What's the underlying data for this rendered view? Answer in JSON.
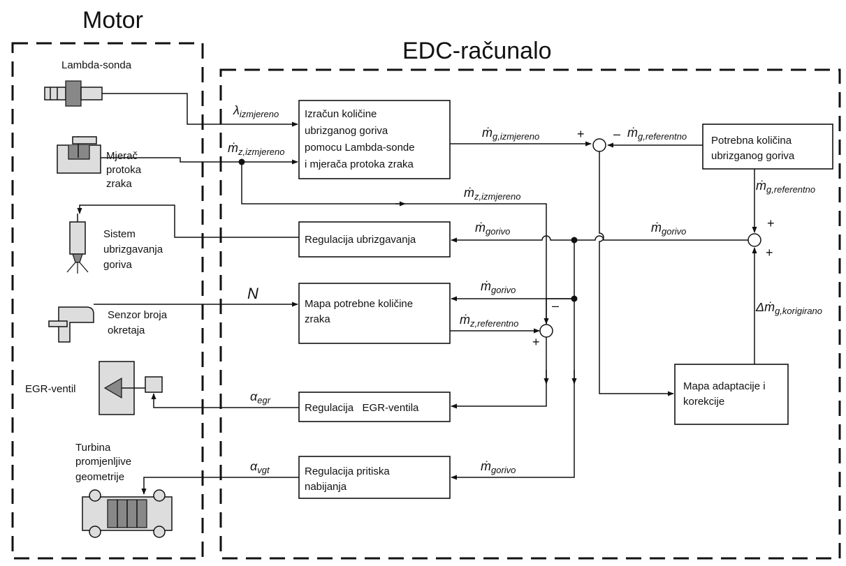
{
  "titles": {
    "motor": "Motor",
    "edc": "EDC-računalo"
  },
  "sensors": {
    "lambda": "Lambda-sonda",
    "maf": [
      "Mjerač",
      "protoka",
      "zraka"
    ],
    "injection": [
      "Sistem",
      "ubrizgavanja",
      "goriva"
    ],
    "speed": [
      "Senzor broja",
      "okretaja"
    ],
    "egr": "EGR-ventil",
    "turbo": [
      "Turbina",
      "promjenljive",
      "geometrije"
    ]
  },
  "blocks": {
    "calc": [
      "Izračun količine",
      "ubrizganog goriva",
      "pomocu Lambda-sonde",
      "i mjerača protoka zraka"
    ],
    "required": [
      "Potrebna količina",
      "ubrizganog goriva"
    ],
    "inj_reg": "Regulacija ubrizgavanja",
    "air_map": [
      "Mapa potrebne količine",
      "zraka"
    ],
    "egr_reg": "Regulacija   EGR-ventila",
    "adapt": [
      "Mapa adaptacije i",
      "korekcije"
    ],
    "boost": [
      "Regulacija pritiska",
      "nabijanja"
    ]
  },
  "signals": {
    "lambda": {
      "sym": "λ",
      "sub": "izmjereno"
    },
    "mz_meas": {
      "sym": "ṁ",
      "sub": "z,izmjereno"
    },
    "mg_meas": {
      "sym": "ṁ",
      "sub": "g,izmjereno"
    },
    "mg_ref": {
      "sym": "ṁ",
      "sub": "g,referentno"
    },
    "mz_meas2": {
      "sym": "ṁ",
      "sub": "z,izmjereno"
    },
    "mg_ref2": {
      "sym": "ṁ",
      "sub": "g,referentno"
    },
    "m_fuel1": {
      "sym": "ṁ",
      "sub": "gorivo"
    },
    "m_fuel2": {
      "sym": "ṁ",
      "sub": "gorivo"
    },
    "n": {
      "sym": "N"
    },
    "m_fuel3": {
      "sym": "ṁ",
      "sub": "gorivo"
    },
    "mz_ref": {
      "sym": "ṁ",
      "sub": "z,referentno"
    },
    "dmg_corr": {
      "sym": "Δṁ",
      "sub": "g,korigirano"
    },
    "alpha_egr": {
      "sym": "α",
      "sub": "egr"
    },
    "alpha_vgt": {
      "sym": "α",
      "sub": "vgt"
    },
    "m_fuel4": {
      "sym": "ṁ",
      "sub": "gorivo"
    }
  },
  "signs": {
    "plus": "+",
    "minus": "–"
  }
}
